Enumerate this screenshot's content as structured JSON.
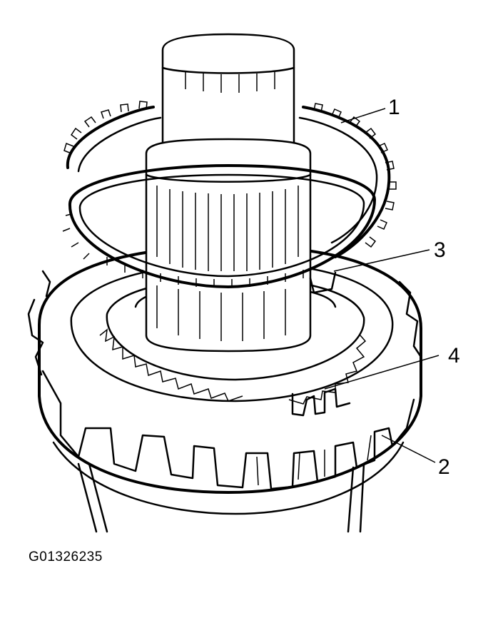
{
  "figure": {
    "id": "G01326235",
    "callouts": [
      {
        "label": "1",
        "part": "synchronizer-ring-upper"
      },
      {
        "label": "2",
        "part": "gear-with-synchronizer-hub"
      },
      {
        "label": "3",
        "part": "synchronizer-ring-lower"
      },
      {
        "label": "4",
        "part": "ring-lug-notch"
      }
    ]
  },
  "colors": {
    "line": "#000000",
    "background": "#ffffff"
  }
}
